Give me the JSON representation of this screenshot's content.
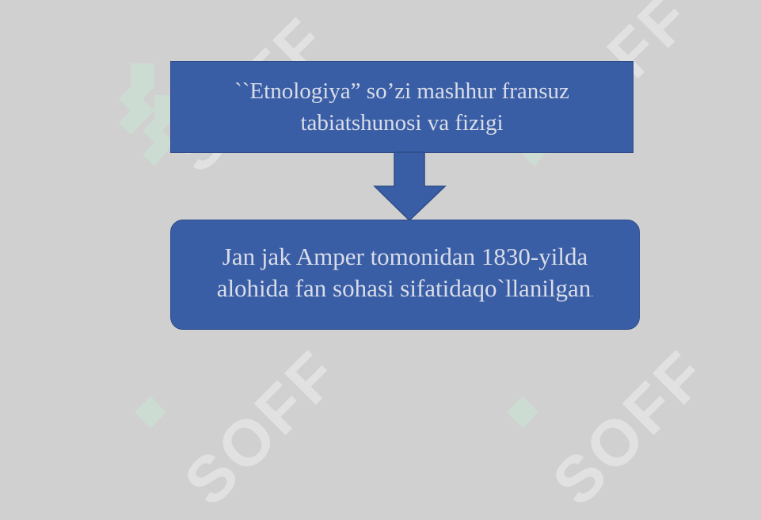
{
  "diagram": {
    "box_top": {
      "text_line1": "``Etnologiya” so’zi mashhur fransuz",
      "text_line2": "tabiatshunosi va fizigi"
    },
    "box_bottom": {
      "text_line1": "Jan jak Amper tomonidan 1830-yilda",
      "text_line2_main": "alohida fan sohasi sifatidaqo`llanilgan",
      "text_line2_trail": "."
    },
    "colors": {
      "box_fill": "#3a5ea6",
      "box_border": "#2d4c88",
      "box_text": "#d9dde8",
      "background": "#d0d0d0",
      "watermark": "#ffffff",
      "logo_watermark": "#c8ecd8"
    }
  },
  "watermark": {
    "text": "SOFF",
    "logo_icon": "soff-logo-icon"
  }
}
